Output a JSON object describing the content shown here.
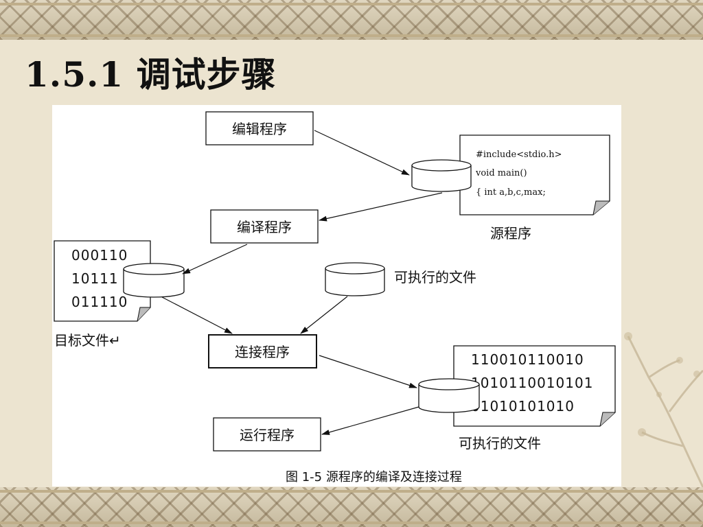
{
  "slide": {
    "title": "1.5.1 调试步骤"
  },
  "diagram": {
    "boxes": {
      "edit": "编辑程序",
      "compile": "编译程序",
      "link": "连接程序",
      "run": "运行程序"
    },
    "source_doc": {
      "lines": [
        "#include<stdio.h>",
        "void main()",
        "{ int a,b,c,max;"
      ],
      "label": "源程序"
    },
    "object_doc": {
      "lines": [
        "000110",
        "10111",
        "011110"
      ],
      "label": "目标文件↵"
    },
    "exec_doc": {
      "lines": [
        "110010110010",
        "1010110010101",
        "01010101010"
      ],
      "label": "可执行的文件"
    },
    "exec_db_label": "可执行的文件",
    "caption": "图 1-5  源程序的编译及连接过程"
  }
}
